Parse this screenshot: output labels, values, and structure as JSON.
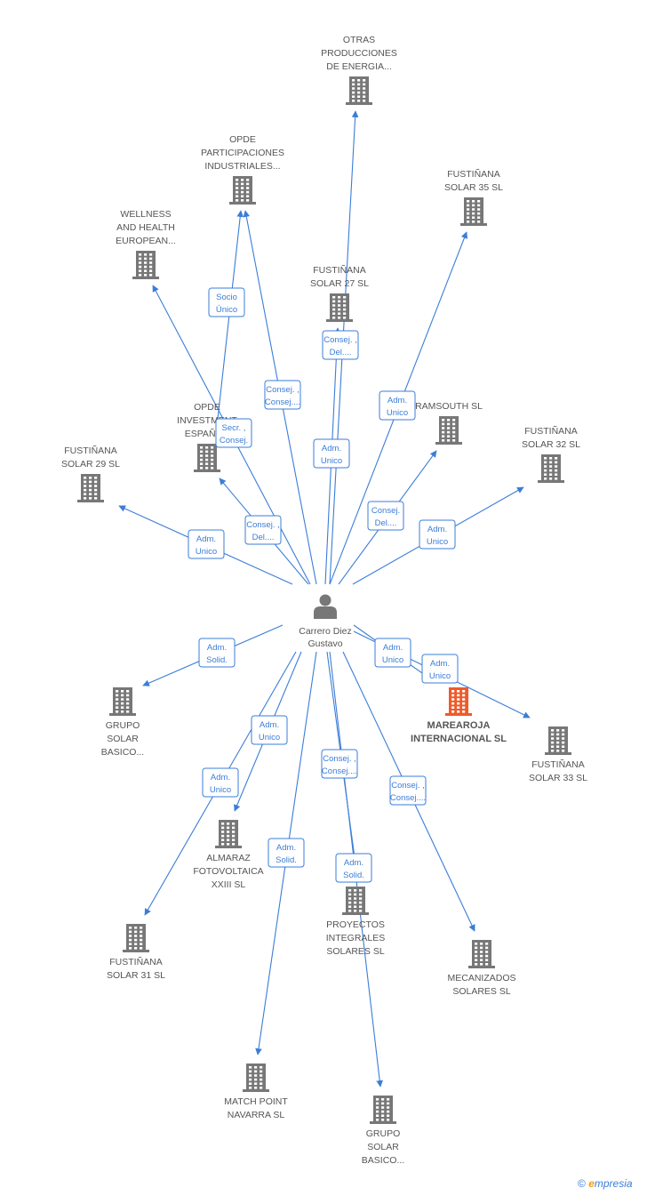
{
  "colors": {
    "edge": "#3b7dd8",
    "building": "#777777",
    "focus": "#f05a28",
    "person": "#777777",
    "label": "#555555"
  },
  "center": {
    "id": "center",
    "icon": "person-icon",
    "lines": [
      "Carrero Diez",
      "Gustavo"
    ]
  },
  "nodes": [
    {
      "id": "otras",
      "lines": [
        "OTRAS",
        "PRODUCCIONES",
        "DE ENERGIA..."
      ]
    },
    {
      "id": "opde_part",
      "lines": [
        "OPDE",
        "PARTICIPACIONES",
        "INDUSTRIALES..."
      ]
    },
    {
      "id": "f35",
      "lines": [
        "FUSTIÑANA",
        "SOLAR 35 SL"
      ]
    },
    {
      "id": "wellness",
      "lines": [
        "WELLNESS",
        "AND HEALTH",
        "EUROPEAN..."
      ]
    },
    {
      "id": "f27",
      "lines": [
        "FUSTIÑANA",
        "SOLAR 27 SL"
      ]
    },
    {
      "id": "opde_inv",
      "lines": [
        "OPDE",
        "INVESTMENT",
        "ESPAÑA..."
      ]
    },
    {
      "id": "ramsouth",
      "lines": [
        "RAMSOUTH  SL"
      ]
    },
    {
      "id": "f32",
      "lines": [
        "FUSTIÑANA",
        "SOLAR 32 SL"
      ]
    },
    {
      "id": "f29",
      "lines": [
        "FUSTIÑANA",
        "SOLAR 29 SL"
      ]
    },
    {
      "id": "grupo1",
      "lines": [
        "GRUPO",
        "SOLAR",
        "BASICO..."
      ]
    },
    {
      "id": "marearoja",
      "focus": true,
      "lines": [
        "MAREAROJA",
        "INTERNACIONAL SL"
      ]
    },
    {
      "id": "f33",
      "lines": [
        "FUSTIÑANA",
        "SOLAR 33 SL"
      ]
    },
    {
      "id": "almaraz",
      "lines": [
        "ALMARAZ",
        "FOTOVOLTAICA",
        "XXIII SL"
      ]
    },
    {
      "id": "proyectos",
      "lines": [
        "PROYECTOS",
        "INTEGRALES",
        "SOLARES SL"
      ]
    },
    {
      "id": "f31",
      "lines": [
        "FUSTIÑANA",
        "SOLAR 31 SL"
      ]
    },
    {
      "id": "mecanizados",
      "lines": [
        "MECANIZADOS",
        "SOLARES SL"
      ]
    },
    {
      "id": "matchpoint",
      "lines": [
        "MATCH POINT",
        "NAVARRA  SL"
      ]
    },
    {
      "id": "grupo2",
      "lines": [
        "GRUPO",
        "SOLAR",
        "BASICO..."
      ]
    }
  ],
  "relations": [
    {
      "id": "r_otras",
      "lines": [
        "Consej. ,",
        "Del...."
      ]
    },
    {
      "id": "r_opde_part_a",
      "lines": [
        "Socio",
        "Único"
      ]
    },
    {
      "id": "r_opde_part_b",
      "lines": [
        "Consej. ,",
        "Consej...."
      ]
    },
    {
      "id": "r_f35",
      "lines": [
        "Adm.",
        "Unico"
      ]
    },
    {
      "id": "r_f27",
      "lines": [
        "Adm.",
        "Unico"
      ]
    },
    {
      "id": "r_opde_inv_a",
      "lines": [
        "Secr. ,",
        "Consej."
      ]
    },
    {
      "id": "r_opde_inv_b",
      "lines": [
        "Consej. ,",
        "Del...."
      ]
    },
    {
      "id": "r_ramsouth",
      "lines": [
        "Consej.",
        "Del...."
      ]
    },
    {
      "id": "r_f32",
      "lines": [
        "Adm.",
        "Unico"
      ]
    },
    {
      "id": "r_f29",
      "lines": [
        "Adm.",
        "Unico"
      ]
    },
    {
      "id": "r_grupo1",
      "lines": [
        "Adm.",
        "Solid."
      ]
    },
    {
      "id": "r_marearoja_a",
      "lines": [
        "Adm.",
        "Unico"
      ]
    },
    {
      "id": "r_marearoja_b",
      "lines": [
        "Adm.",
        "Unico"
      ]
    },
    {
      "id": "r_almaraz",
      "lines": [
        "Adm.",
        "Unico"
      ]
    },
    {
      "id": "r_f31",
      "lines": [
        "Adm.",
        "Unico"
      ]
    },
    {
      "id": "r_proyectos",
      "lines": [
        "Consej. ,",
        "Consej...."
      ]
    },
    {
      "id": "r_mecanizados",
      "lines": [
        "Consej. ,",
        "Consej...."
      ]
    },
    {
      "id": "r_matchpoint",
      "lines": [
        "Adm.",
        "Solid."
      ]
    },
    {
      "id": "r_grupo2",
      "lines": [
        "Adm.",
        "Solid."
      ]
    }
  ],
  "footer": {
    "copyright": "©",
    "brand": "mpresia",
    "brand_initial": "e"
  }
}
